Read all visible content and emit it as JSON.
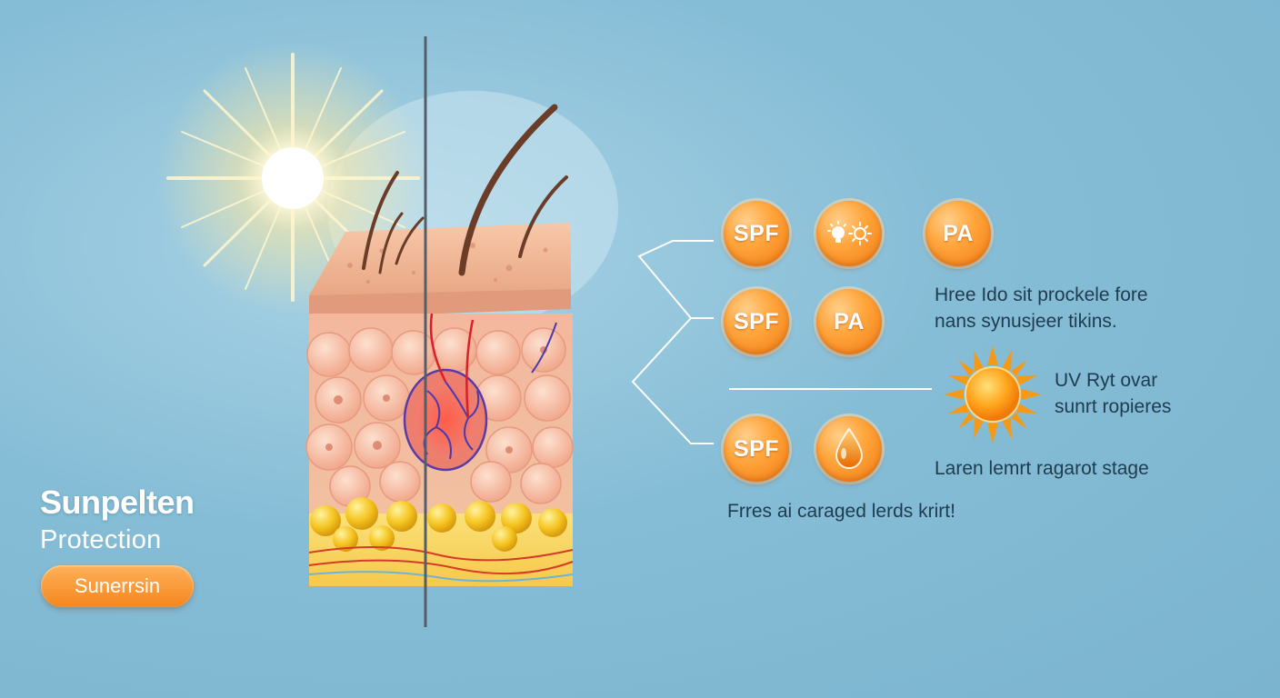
{
  "brand": {
    "title": "Sunpelten",
    "subtitle": "Protection",
    "button_label": "Sunerrsin"
  },
  "badges": {
    "row1": [
      "SPF",
      "",
      "PA"
    ],
    "row2": [
      "SPF",
      "PA"
    ],
    "row3": [
      "SPF",
      ""
    ]
  },
  "notes": {
    "note1_line1": "Hree Ido sit prockele fore",
    "note1_line2": "nans synusjeer tikins.",
    "note2_line1": "UV Ryt ovar",
    "note2_line2": "sunrt ropieres",
    "note3": "Laren lemrt ragarot stage",
    "note4": "Frres ai caraged lerds krirt!"
  },
  "icons": {
    "row1_middle": "sun-lightbulb-icon",
    "row3_right": "droplet-icon",
    "uv_sun": "sun-icon",
    "sky_sun": "sun-icon"
  },
  "colors": {
    "background": "#86bdd6",
    "accent_orange": "#f5861c",
    "note_text": "#1f3c4f"
  }
}
